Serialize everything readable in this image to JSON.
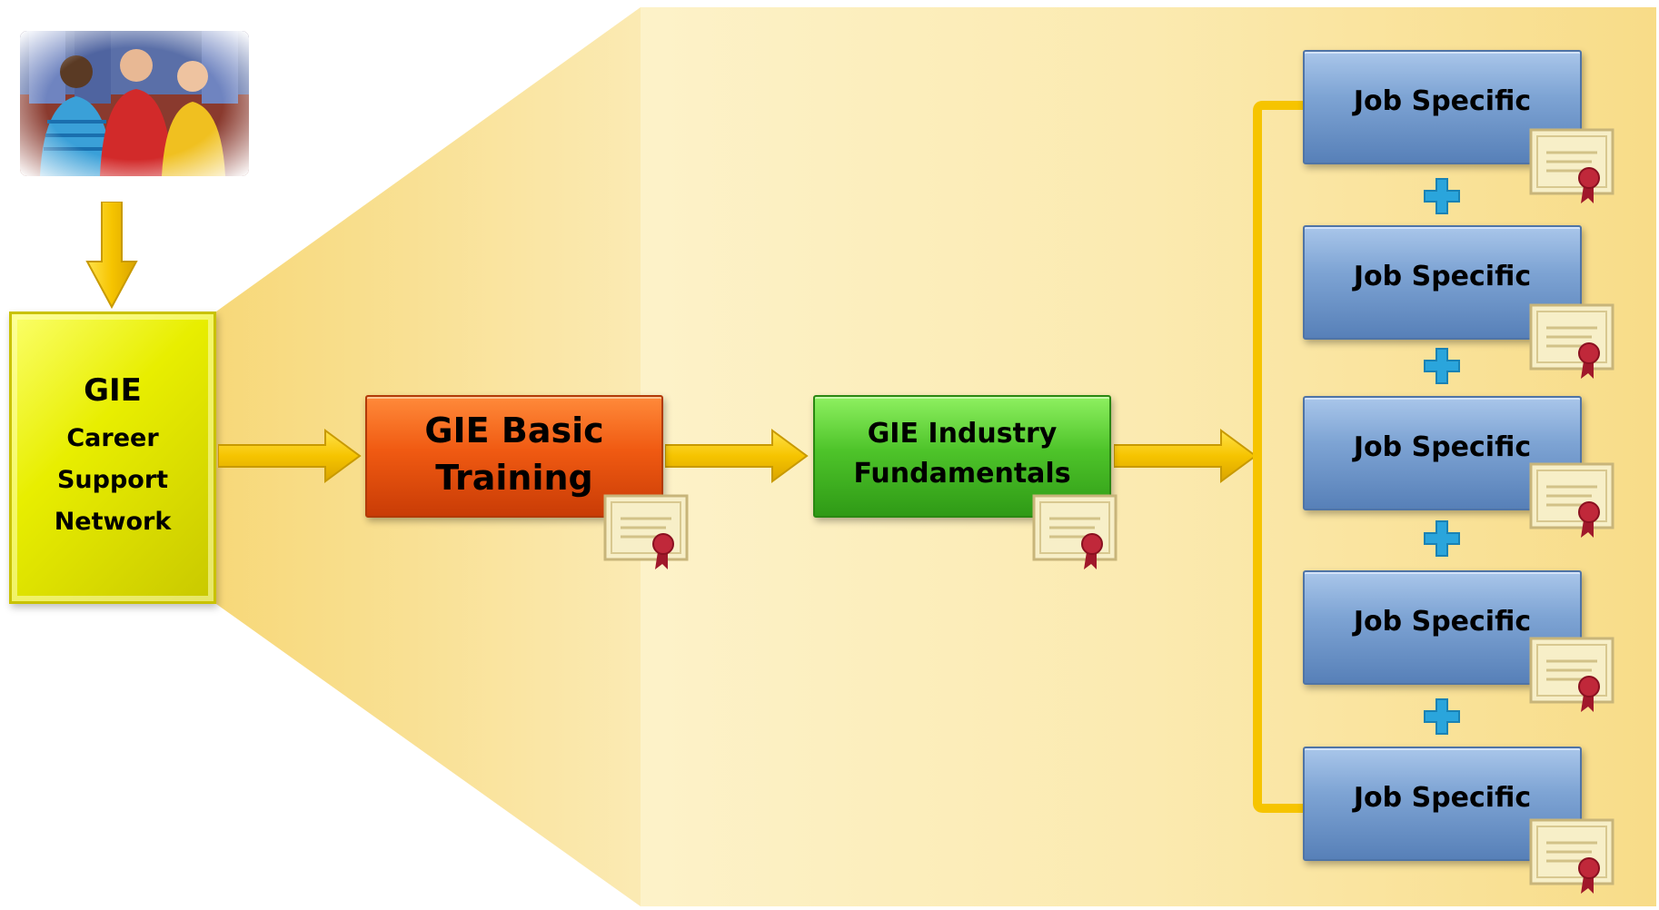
{
  "gie_box": {
    "title": "GIE",
    "line1": "Career",
    "line2": "Support",
    "line3": "Network"
  },
  "basic_training": {
    "line1": "GIE Basic",
    "line2": "Training"
  },
  "industry_fundamentals": {
    "line1": "GIE Industry",
    "line2": "Fundamentals"
  },
  "job_specific": [
    {
      "label": "Job Specific"
    },
    {
      "label": "Job Specific"
    },
    {
      "label": "Job Specific"
    },
    {
      "label": "Job Specific"
    },
    {
      "label": "Job Specific"
    }
  ],
  "colors": {
    "panel": "#fbe7a6",
    "arrow": "#f6c400",
    "gie_box": "#e8ee00",
    "basic_training": "#f05a12",
    "industry_fundamentals": "#4ec42a",
    "job_specific": "#7ea4d4",
    "plus": "#2aa5dc"
  },
  "icons": {
    "photo": "students-photo",
    "certificate": "certificate-icon",
    "plus": "plus-icon"
  }
}
